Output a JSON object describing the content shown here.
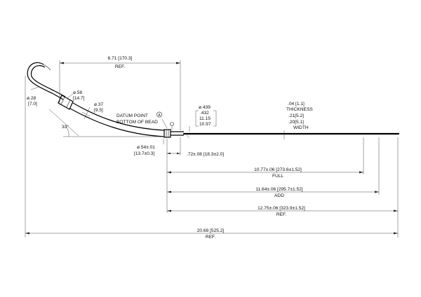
{
  "dimensions": {
    "top_overall": "6.71 [170.3]",
    "top_overall_note": "REF.",
    "left_dia_a": "ø.28",
    "left_dia_b": "[7.0]",
    "grip_dia_a": "ø.58",
    "grip_dia_b": "[14.7]",
    "tube_dia_a": "ø.37",
    "tube_dia_b": "[9.5]",
    "angle": "33°",
    "datum_line1": "DATUM POINT",
    "datum_symbol": "A",
    "datum_line2": "BOTTOM OF BEAD",
    "bead_dia_a": "ø.54±.01",
    "bead_dia_b": "[13.7±0.3]",
    "bead_offset": ".72±.08  [18.3±2.0]",
    "tip_dia_1": "ø.439",
    "tip_dia_2": ".432",
    "tip_dia_3": "11.15",
    "tip_dia_4": "10.97",
    "thickness_a": ".04  [1.1]",
    "thickness_label": "THICKNESS",
    "width_a": ".21[5.2]",
    "width_b": ".20[5.1]",
    "width_label": "WIDTH",
    "full_value": "10.77±.06  [273.6±1.52]",
    "full_label": "FULL",
    "add_value": "11.64±.06  [295.7±1.52]",
    "add_label": "ADD",
    "ref_value": "12.75±.06  [323.9±1.52]",
    "ref_label": "REF.",
    "overall_value": "20.68  [525.2]",
    "overall_label": "REF."
  },
  "colors": {
    "line": "#222222",
    "background": "#ffffff"
  }
}
